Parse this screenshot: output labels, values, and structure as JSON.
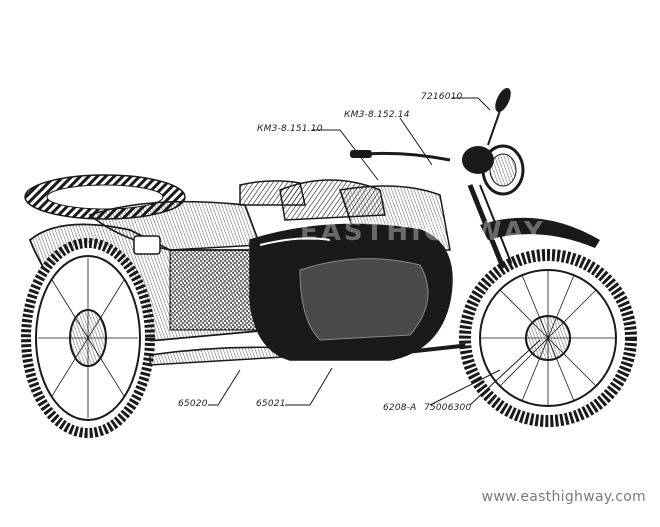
{
  "callouts": {
    "mirror": "7216010",
    "handlebar_right": "КМЗ-8.152.14",
    "handlebar_left": "КМЗ-8.151.10",
    "sidecar_wheel": "65020",
    "sidecar_frame": "65021",
    "tyre": "6208-A",
    "front_wheel": "75006300"
  },
  "watermark": {
    "url": "www.easthighway.com",
    "logo_text": "EASTHIGHWAY"
  },
  "colors": {
    "ink": "#1a1a1a",
    "tyre_shade": "#3a3a3a",
    "paper": "#ffffff",
    "watermark": "#7a7a7a"
  }
}
